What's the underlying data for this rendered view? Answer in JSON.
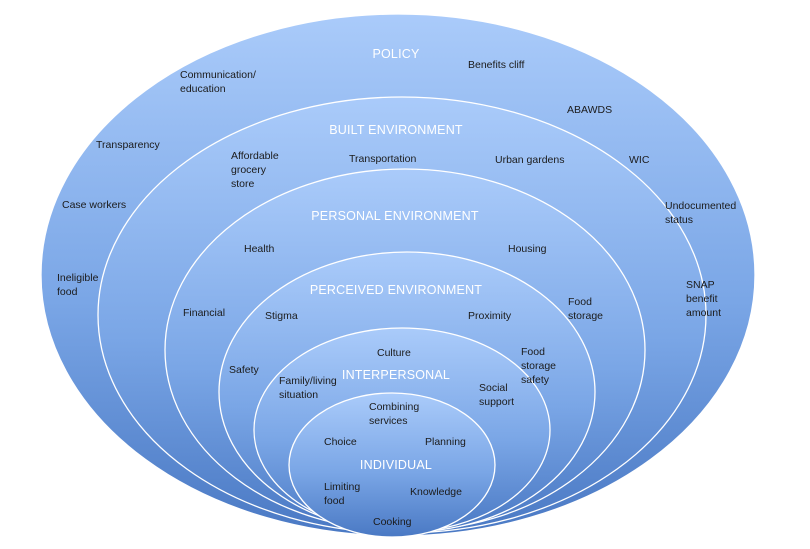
{
  "layers": [
    {
      "id": "policy",
      "title": "POLICY",
      "items": [
        "Communication/\neducation",
        "Benefits cliff",
        "ABAWDS",
        "Transparency",
        "WIC",
        "Case workers",
        "Undocumented\nstatus",
        "Ineligible\nfood",
        "SNAP\nbenefit\namount"
      ]
    },
    {
      "id": "built",
      "title": "BUILT ENVIRONMENT",
      "items": [
        "Affordable\ngrocery\nstore",
        "Transportation",
        "Urban gardens",
        "Financial",
        "Food\nstorage"
      ]
    },
    {
      "id": "personal",
      "title": "PERSONAL ENVIRONMENT",
      "items": [
        "Health",
        "Housing",
        "Safety",
        "Food\nstorage\nsafety"
      ]
    },
    {
      "id": "perceived",
      "title": "PERCEIVED ENVIRONMENT",
      "items": [
        "Stigma",
        "Proximity",
        "Family/living\nsituation",
        "Social\nsupport"
      ]
    },
    {
      "id": "interpersonal",
      "title": "INTERPERSONAL",
      "items": [
        "Culture",
        "Combining\nservices"
      ]
    },
    {
      "id": "individual",
      "title": "INDIVIDUAL",
      "items": [
        "Choice",
        "Planning",
        "Limiting\nfood",
        "Knowledge",
        "Cooking"
      ]
    }
  ],
  "colors": {
    "ring_light": "#aacbfa",
    "ring_mid": "#7aa6e6",
    "ring_dark": "#4a79c4",
    "title_text": "#ffffff",
    "label_text": "#1b1b1b"
  }
}
